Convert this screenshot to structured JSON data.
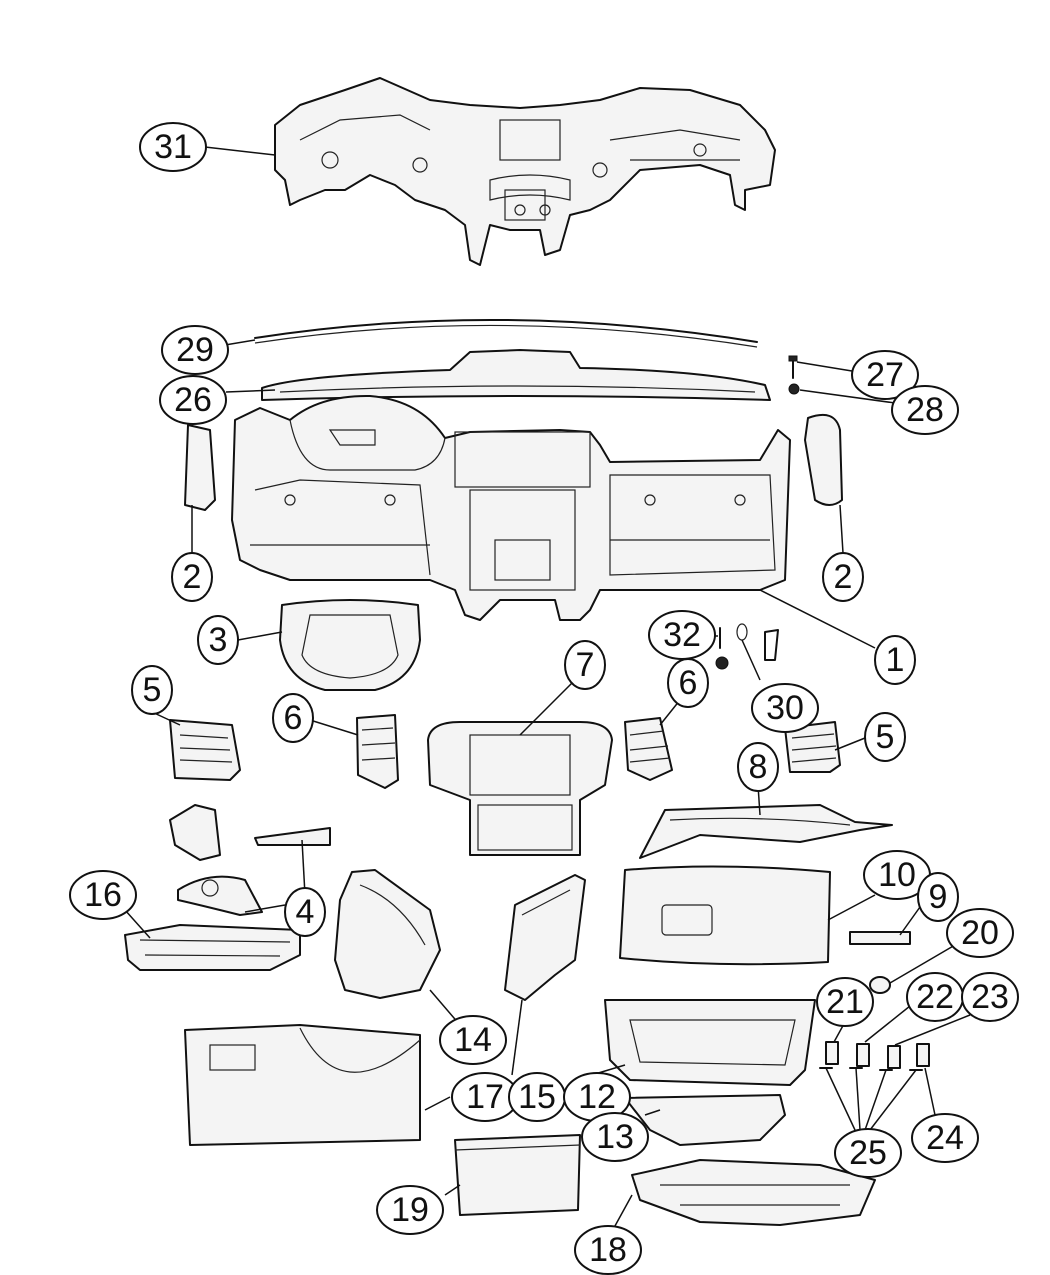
{
  "callouts": [
    {
      "id": "c31",
      "label": "31"
    },
    {
      "id": "c29",
      "label": "29"
    },
    {
      "id": "c27",
      "label": "27"
    },
    {
      "id": "c26",
      "label": "26"
    },
    {
      "id": "c28",
      "label": "28"
    },
    {
      "id": "c2a",
      "label": "2"
    },
    {
      "id": "c2b",
      "label": "2"
    },
    {
      "id": "c3",
      "label": "3"
    },
    {
      "id": "c32",
      "label": "32"
    },
    {
      "id": "c1",
      "label": "1"
    },
    {
      "id": "c5a",
      "label": "5"
    },
    {
      "id": "c7",
      "label": "7"
    },
    {
      "id": "c6a",
      "label": "6"
    },
    {
      "id": "c6b",
      "label": "6"
    },
    {
      "id": "c30",
      "label": "30"
    },
    {
      "id": "c5b",
      "label": "5"
    },
    {
      "id": "c8",
      "label": "8"
    },
    {
      "id": "c10",
      "label": "10"
    },
    {
      "id": "c9",
      "label": "9"
    },
    {
      "id": "c16",
      "label": "16"
    },
    {
      "id": "c4",
      "label": "4"
    },
    {
      "id": "c20",
      "label": "20"
    },
    {
      "id": "c21",
      "label": "21"
    },
    {
      "id": "c22",
      "label": "22"
    },
    {
      "id": "c23",
      "label": "23"
    },
    {
      "id": "c14",
      "label": "14"
    },
    {
      "id": "c17",
      "label": "17"
    },
    {
      "id": "c15",
      "label": "15"
    },
    {
      "id": "c12",
      "label": "12"
    },
    {
      "id": "c13",
      "label": "13"
    },
    {
      "id": "c24",
      "label": "24"
    },
    {
      "id": "c25",
      "label": "25"
    },
    {
      "id": "c19",
      "label": "19"
    },
    {
      "id": "c18",
      "label": "18"
    }
  ]
}
